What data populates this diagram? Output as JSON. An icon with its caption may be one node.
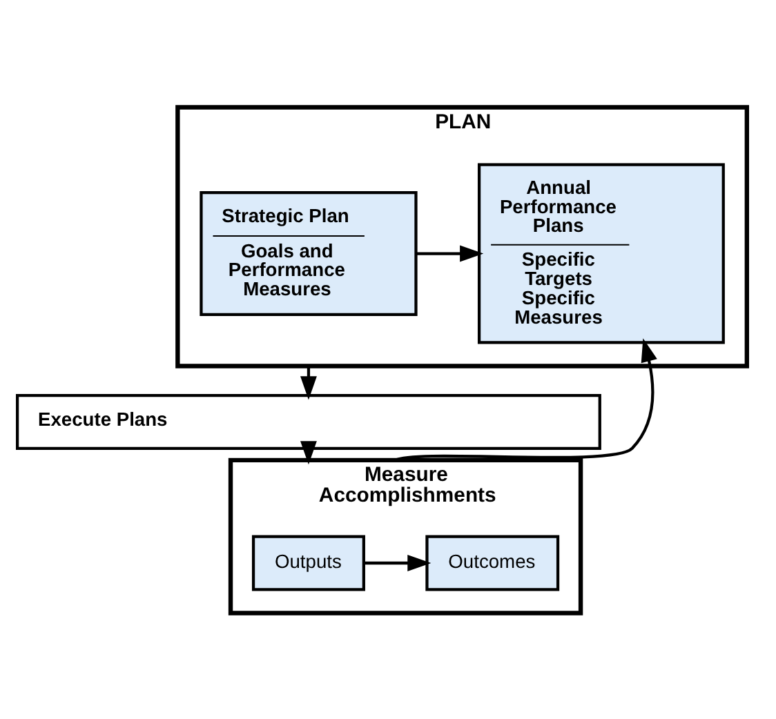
{
  "diagram": {
    "nodes": [
      {
        "text": [
          "PLAN"
        ]
      },
      {
        "text": [
          "Strategic Plan",
          "Goals and Performance Measures"
        ],
        "in": 0
      },
      {
        "text": [
          "Annual Performance Plans",
          "Specific Targets Specific Measures"
        ],
        "in": 0
      },
      {
        "text": [
          "Execute Plans"
        ]
      },
      {
        "text": [
          "Measure Accomplishments"
        ]
      },
      {
        "text": [
          "Outputs"
        ],
        "in": 4
      },
      {
        "text": [
          "Outcomes"
        ],
        "in": 4
      }
    ],
    "edges": [
      {
        "from": 1,
        "to": 2,
        "arrow": "to"
      },
      {
        "from": 0,
        "to": 3,
        "arrow": "to"
      },
      {
        "from": 3,
        "to": 4,
        "arrow": "to"
      },
      {
        "from": 5,
        "to": 6,
        "arrow": "to"
      },
      {
        "from": 4,
        "to": 2,
        "arrow": "to"
      }
    ]
  }
}
